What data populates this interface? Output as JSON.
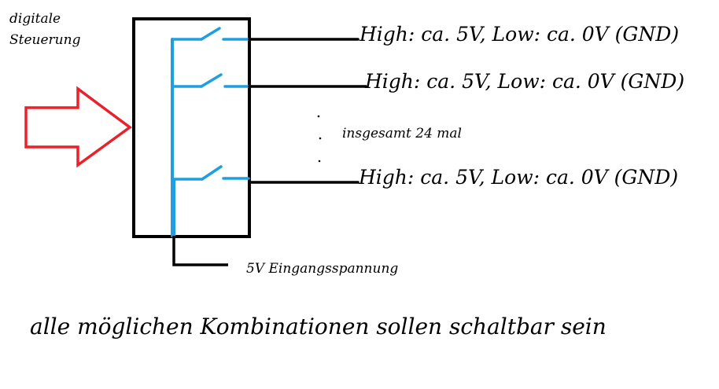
{
  "labels": {
    "input_line1": "digitale",
    "input_line2": "Steuerung",
    "output_1": "High: ca. 5V, Low: ca. 0V (GND)",
    "output_2": "High: ca. 5V, Low: ca. 0V (GND)",
    "output_3": "High: ca. 5V, Low: ca. 0V (GND)",
    "count_note": "insgesamt 24 mal",
    "supply": "5V Eingangsspannung",
    "caption": "alle möglichen Kombinationen sollen schaltbar sein"
  },
  "colors": {
    "arrow": "#e8222a",
    "wire": "#1f9fe0",
    "line": "#000000"
  }
}
